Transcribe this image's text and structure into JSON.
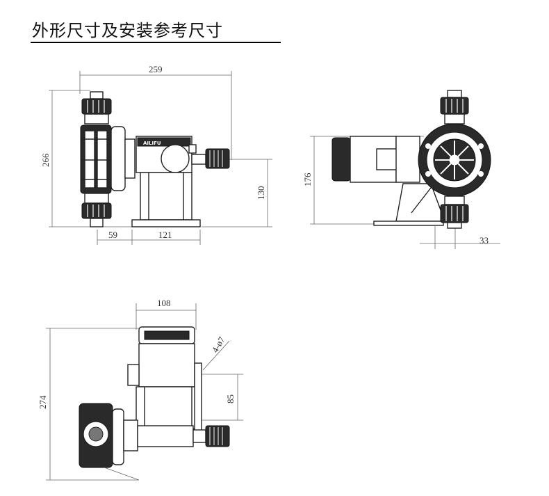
{
  "title": "外形尺寸及安装参考尺寸",
  "brand_label": "AILIFU",
  "front_view": {
    "width_total": "259",
    "height_total": "266",
    "height_outlet": "130",
    "offset_left": "59",
    "base_width": "121"
  },
  "side_view": {
    "height": "176",
    "offset_right": "33"
  },
  "top_view": {
    "motor_width": "108",
    "depth_total": "274",
    "hole_spacing": "85",
    "hole_label": "4-ø7"
  }
}
